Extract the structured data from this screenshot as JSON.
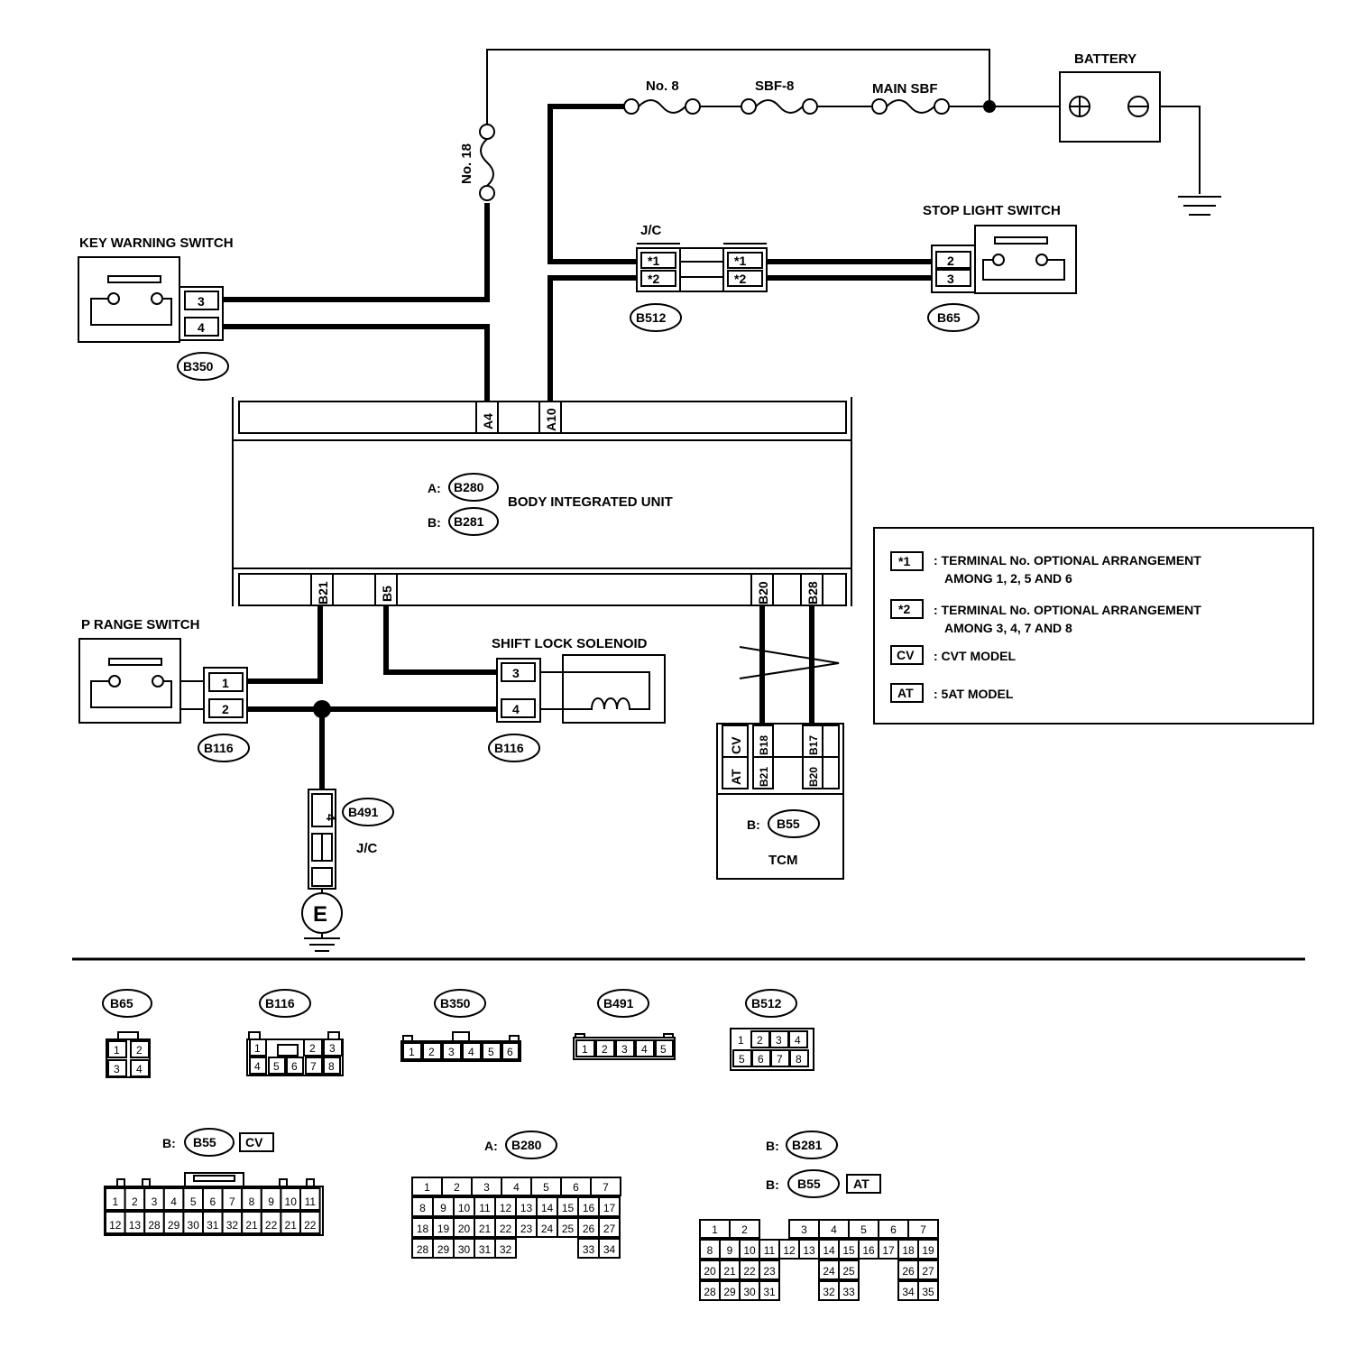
{
  "diagram": {
    "battery": "BATTERY",
    "fuse_no8": "No. 8",
    "fuse_sbf8": "SBF-8",
    "fuse_main": "MAIN SBF",
    "fuse_no18": "No. 18",
    "key_warning_switch": "KEY WARNING SWITCH",
    "stop_light_switch": "STOP LIGHT SWITCH",
    "jc": "J/C",
    "body_integrated_unit": "BODY INTEGRATED UNIT",
    "p_range_switch": "P RANGE SWITCH",
    "shift_lock_solenoid": "SHIFT LOCK SOLENOID",
    "tcm": "TCM",
    "ground": "E",
    "prefix_a": "A:",
    "prefix_b": "B:",
    "connectors": {
      "b350": "B350",
      "b512": "B512",
      "b65": "B65",
      "b280": "B280",
      "b281": "B281",
      "b116": "B116",
      "b491": "B491",
      "b55": "B55"
    },
    "terminals": {
      "kw_3": "3",
      "kw_4": "4",
      "jc_s1": "*1",
      "jc_s2": "*2",
      "sl_2": "2",
      "sl_3": "3",
      "biu_a4": "A4",
      "biu_a10": "A10",
      "biu_b21": "B21",
      "biu_b5": "B5",
      "biu_b20": "B20",
      "biu_b28": "B28",
      "pr_1": "1",
      "pr_2": "2",
      "sol_3": "3",
      "sol_4": "4",
      "jc_4": "4",
      "tcm_cv": "CV",
      "tcm_at": "AT",
      "tcm_b18": "B18",
      "tcm_b17": "B17",
      "tcm_b21": "B21",
      "tcm_b20": "B20"
    }
  },
  "legend": {
    "items": [
      {
        "symbol": "*1",
        "text": ": TERMINAL No. OPTIONAL ARRANGEMENT",
        "text2": "AMONG 1, 2, 5 AND 6"
      },
      {
        "symbol": "*2",
        "text": ": TERMINAL No. OPTIONAL ARRANGEMENT",
        "text2": "AMONG 3, 4, 7 AND 8"
      },
      {
        "symbol": "CV",
        "text": ": CVT MODEL",
        "text2": ""
      },
      {
        "symbol": "AT",
        "text": ": 5AT MODEL",
        "text2": ""
      }
    ]
  },
  "connector_views": {
    "b65": {
      "id": "B65",
      "rows": [
        [
          "1",
          "2"
        ],
        [
          "3",
          "4"
        ]
      ]
    },
    "b116": {
      "id": "B116",
      "rows": [
        [
          "1",
          "",
          "2",
          "3"
        ],
        [
          "4",
          "5",
          "6",
          "7",
          "8"
        ]
      ]
    },
    "b350": {
      "id": "B350",
      "rows": [
        [
          "1",
          "2",
          "3",
          "4",
          "5",
          "6"
        ]
      ]
    },
    "b491": {
      "id": "B491",
      "rows": [
        [
          "1",
          "2",
          "3",
          "4",
          "5"
        ]
      ]
    },
    "b512": {
      "id": "B512",
      "rows": [
        [
          "1",
          "2",
          "3",
          "4"
        ],
        [
          "5",
          "6",
          "7",
          "8"
        ]
      ]
    },
    "b55cv": {
      "prefix": "B:",
      "id": "B55",
      "tag": "CV",
      "rows": [
        [
          "1",
          "2",
          "3",
          "4",
          "5",
          "6",
          "7",
          "8",
          "9",
          "10",
          "11"
        ],
        [
          "12",
          "13",
          "28",
          "29",
          "30",
          "31",
          "32",
          "21",
          "22",
          "21",
          "22"
        ]
      ]
    },
    "b280": {
      "prefix": "A:",
      "id": "B280",
      "rows": [
        [
          "1",
          "2",
          "3",
          "4",
          "5",
          "6",
          "7"
        ],
        [
          "8",
          "9",
          "10",
          "11",
          "12",
          "13",
          "14",
          "15",
          "16",
          "17"
        ],
        [
          "18",
          "19",
          "20",
          "21",
          "22",
          "23",
          "24",
          "25",
          "26",
          "27"
        ],
        [
          "28",
          "29",
          "30",
          "31",
          "32",
          "33",
          "34"
        ]
      ]
    },
    "b281": {
      "prefix": "B:",
      "id": "B281"
    },
    "b55at": {
      "prefix": "B:",
      "id": "B55",
      "tag": "AT",
      "rows": [
        [
          "1",
          "2",
          "3",
          "4",
          "5",
          "6",
          "7"
        ],
        [
          "8",
          "9",
          "10",
          "11",
          "12",
          "13",
          "14",
          "15",
          "16",
          "17",
          "18",
          "19"
        ],
        [
          "20",
          "21",
          "22",
          "23",
          "24",
          "25",
          "26",
          "27"
        ],
        [
          "28",
          "29",
          "30",
          "31",
          "32",
          "33",
          "34",
          "35"
        ]
      ]
    }
  }
}
